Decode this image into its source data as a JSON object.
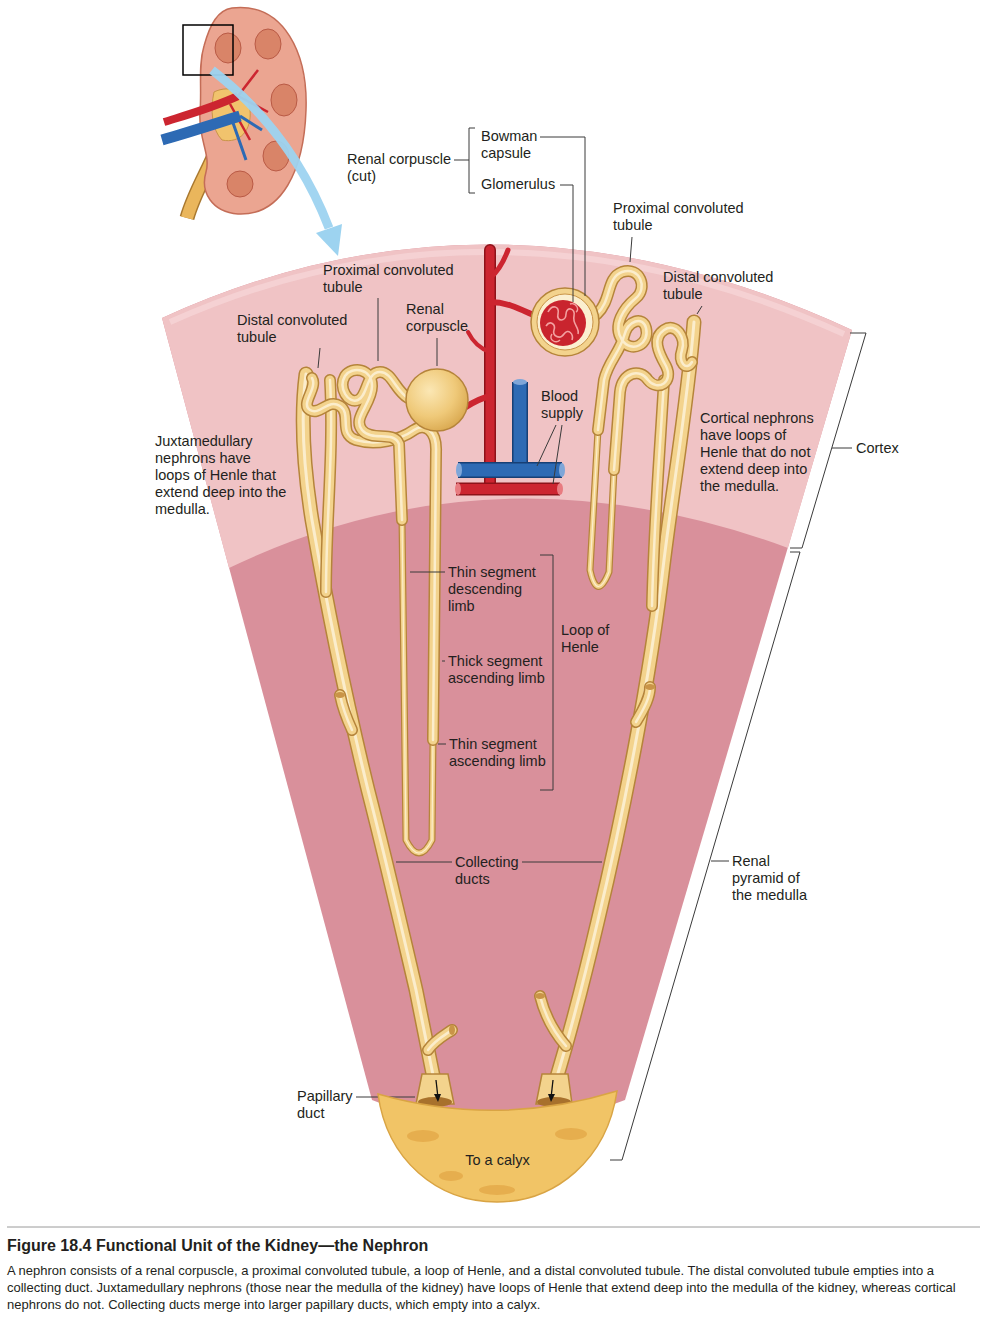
{
  "diagram": {
    "title": "Figure 18.4 Functional Unit of the Kidney—the Nephron",
    "caption": "A nephron consists of a renal corpuscle, a proximal convoluted tubule, a loop of Henle, and a distal convoluted tubule. The distal convoluted tubule empties into a collecting duct. Juxtamedullary nephrons (those near the medulla of the kidney) have loops of Henle that extend deep into the medulla of the kidney, whereas cortical nephrons do not. Collecting ducts merge into larger papillary ducts, which empty into a calyx.",
    "nodes": [
      {
        "text": [
          "To a calyx"
        ]
      }
    ],
    "labels": [
      "Renal corpuscle (cut)",
      "Bowman capsule",
      "Glomerulus",
      "Proximal convoluted tubule",
      "Distal convoluted tubule",
      "Proximal convoluted tubule",
      "Distal convoluted tubule",
      "Renal corpuscle",
      "Blood supply",
      "Juxtamedullary nephrons have loops of Henle that extend deep into the medulla.",
      "Cortical nephrons have loops of Henle that do not extend deep into the medulla.",
      "Cortex",
      "Thin segment descending limb",
      "Loop of Henle",
      "Thick segment ascending limb",
      "Thin segment ascending limb",
      "Collecting ducts",
      "Renal pyramid of the medulla",
      "Papillary duct"
    ]
  }
}
